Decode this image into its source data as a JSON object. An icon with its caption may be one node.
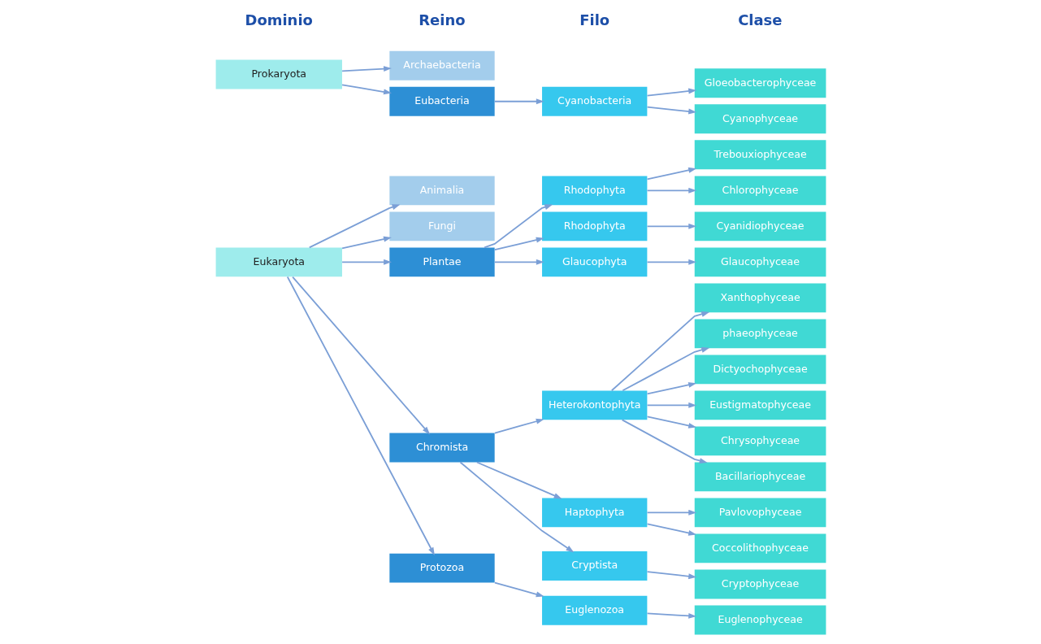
{
  "diagram": {
    "nodes": [
      {
        "text": [
          "Prokaryota"
        ]
      },
      {
        "text": [
          "Eukaryota"
        ]
      },
      {
        "text": [
          "Eubacteria"
        ]
      },
      {
        "text": [
          "Archaebacteria"
        ]
      },
      {
        "text": [
          "Protozoa"
        ]
      },
      {
        "text": [
          "Chromista"
        ]
      },
      {
        "text": [
          "Plantae"
        ]
      },
      {
        "text": [
          "Fungi"
        ]
      },
      {
        "text": [
          "Animalia"
        ]
      },
      {
        "text": [
          "Cyanobacteria"
        ]
      },
      {
        "text": [
          "Euglenozoa"
        ]
      },
      {
        "text": [
          "Cryptista"
        ]
      },
      {
        "text": [
          "Haptophyta"
        ]
      },
      {
        "text": [
          "Heterokontophyta"
        ]
      },
      {
        "text": [
          "Glaucophyta"
        ]
      },
      {
        "text": [
          "Rhodophyta"
        ]
      },
      {
        "text": [
          "Rhodophyta"
        ]
      },
      {
        "text": [
          "Cyanophyceae"
        ]
      },
      {
        "text": [
          "Gloeobacterophyceae"
        ]
      },
      {
        "text": [
          "Euglenophyceae"
        ]
      },
      {
        "text": [
          "Cryptophyceae"
        ]
      },
      {
        "text": [
          "Coccolithophyceae"
        ]
      },
      {
        "text": [
          "Pavlovophyceae"
        ]
      },
      {
        "text": [
          "Bacillariophyceae"
        ]
      },
      {
        "text": [
          "Chrysophyceae"
        ]
      },
      {
        "text": [
          "Eustigmatophyceae"
        ]
      },
      {
        "text": [
          "Dictyochophyceae"
        ]
      },
      {
        "text": [
          "phaeophyceae"
        ]
      },
      {
        "text": [
          "Xanthophyceae"
        ]
      },
      {
        "text": [
          "Glaucophyceae"
        ]
      },
      {
        "text": [
          "Cyanidiophyceae"
        ]
      },
      {
        "text": [
          "Chlorophyceae"
        ]
      },
      {
        "text": [
          "Trebouxiophyceae"
        ]
      }
    ],
    "edges": [
      {
        "from": 0,
        "to": 2,
        "arrow": "to"
      },
      {
        "from": 0,
        "to": 3,
        "arrow": "to"
      },
      {
        "from": 1,
        "to": 4,
        "arrow": "to"
      },
      {
        "from": 1,
        "to": 5,
        "arrow": "to"
      },
      {
        "from": 1,
        "to": 6,
        "arrow": "to"
      },
      {
        "from": 1,
        "to": 7,
        "arrow": "to"
      },
      {
        "from": 1,
        "to": 8,
        "arrow": "to"
      },
      {
        "from": 2,
        "to": 9,
        "arrow": "to"
      },
      {
        "from": 4,
        "to": 10,
        "arrow": "to"
      },
      {
        "from": 5,
        "to": 11,
        "arrow": "to"
      },
      {
        "from": 5,
        "to": 12,
        "arrow": "to"
      },
      {
        "from": 5,
        "to": 13,
        "arrow": "to"
      },
      {
        "from": 6,
        "to": 14,
        "arrow": "to"
      },
      {
        "from": 6,
        "to": 15,
        "arrow": "to"
      },
      {
        "from": 6,
        "to": 16,
        "arrow": "to"
      },
      {
        "from": 9,
        "to": 17,
        "arrow": "to"
      },
      {
        "from": 9,
        "to": 18,
        "arrow": "to"
      },
      {
        "from": 10,
        "to": 19,
        "arrow": "to"
      },
      {
        "from": 11,
        "to": 20,
        "arrow": "to"
      },
      {
        "from": 12,
        "to": 21,
        "arrow": "to"
      },
      {
        "from": 12,
        "to": 22,
        "arrow": "to"
      },
      {
        "from": 13,
        "to": 23,
        "arrow": "to"
      },
      {
        "from": 13,
        "to": 24,
        "arrow": "to"
      },
      {
        "from": 13,
        "to": 25,
        "arrow": "to"
      },
      {
        "from": 13,
        "to": 26,
        "arrow": "to"
      },
      {
        "from": 13,
        "to": 27,
        "arrow": "to"
      },
      {
        "from": 13,
        "to": 28,
        "arrow": "to"
      },
      {
        "from": 14,
        "to": 29,
        "arrow": "to"
      },
      {
        "from": 15,
        "to": 30,
        "arrow": "to"
      },
      {
        "from": 16,
        "to": 31,
        "arrow": "to"
      },
      {
        "from": 16,
        "to": 32,
        "arrow": "to"
      }
    ],
    "labels": [
      "Dominio",
      "Reino",
      "Filo",
      "Clase"
    ]
  }
}
